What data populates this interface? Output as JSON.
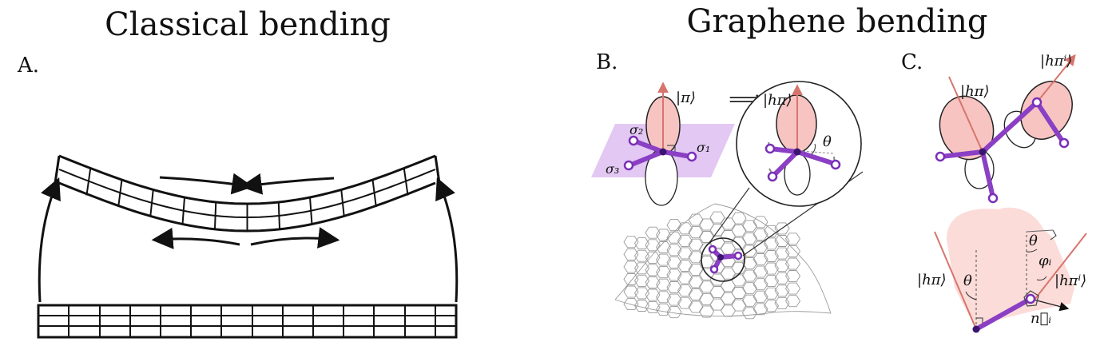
{
  "titles": {
    "classical": "Classical bending",
    "graphene": "Graphene bending"
  },
  "panels": {
    "a": "A.",
    "b": "B.",
    "c": "C."
  },
  "labels": {
    "pi_ket": "|π⟩",
    "h_pi_ket": "|hπ⟩",
    "h_pi_i_ket": "|hπⁱ⟩",
    "sigma1": "σ₁",
    "sigma2": "σ₂",
    "sigma3": "σ₃",
    "theta": "θ",
    "phi_i": "φᵢ",
    "n_i": "n⃗ᵢ",
    "arrow": "⟹"
  },
  "colors": {
    "lobe_fill": "#f7c4c2",
    "bond_purple": "#8a3fc4",
    "plane_lilac": "#d6b1ee",
    "axis_red": "#d7756d",
    "cloud_pink": "#fbdcd9"
  }
}
